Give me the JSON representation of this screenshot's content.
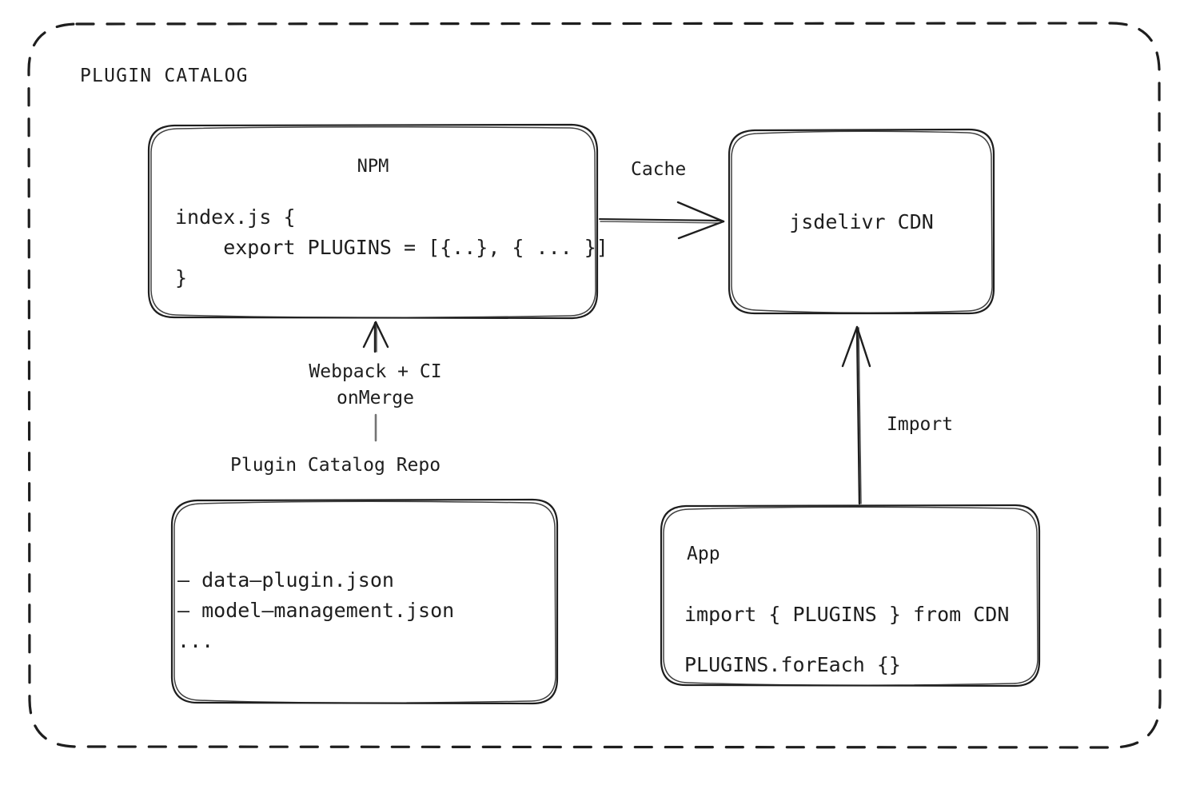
{
  "diagram": {
    "title": "PLUGIN CATALOG",
    "stroke_color": "#1e1e1e",
    "background_color": "#ffffff"
  },
  "nodes": {
    "npm": {
      "title": "NPM",
      "code": "index.js {\n    export PLUGINS = [{..}, { ... }]\n}"
    },
    "cdn": {
      "title": "jsdelivr CDN"
    },
    "repo": {
      "caption": "Plugin Catalog Repo",
      "code": "– data–plugin.json\n– model–management.json\n..."
    },
    "app": {
      "title": "App",
      "code": "import { PLUGINS } from CDN\nPLUGINS.forEach {}"
    }
  },
  "edges": {
    "npm_to_cdn": {
      "label": "Cache"
    },
    "repo_to_npm": {
      "label": "Webpack + CI\nonMerge"
    },
    "app_to_cdn": {
      "label": "Import"
    }
  }
}
